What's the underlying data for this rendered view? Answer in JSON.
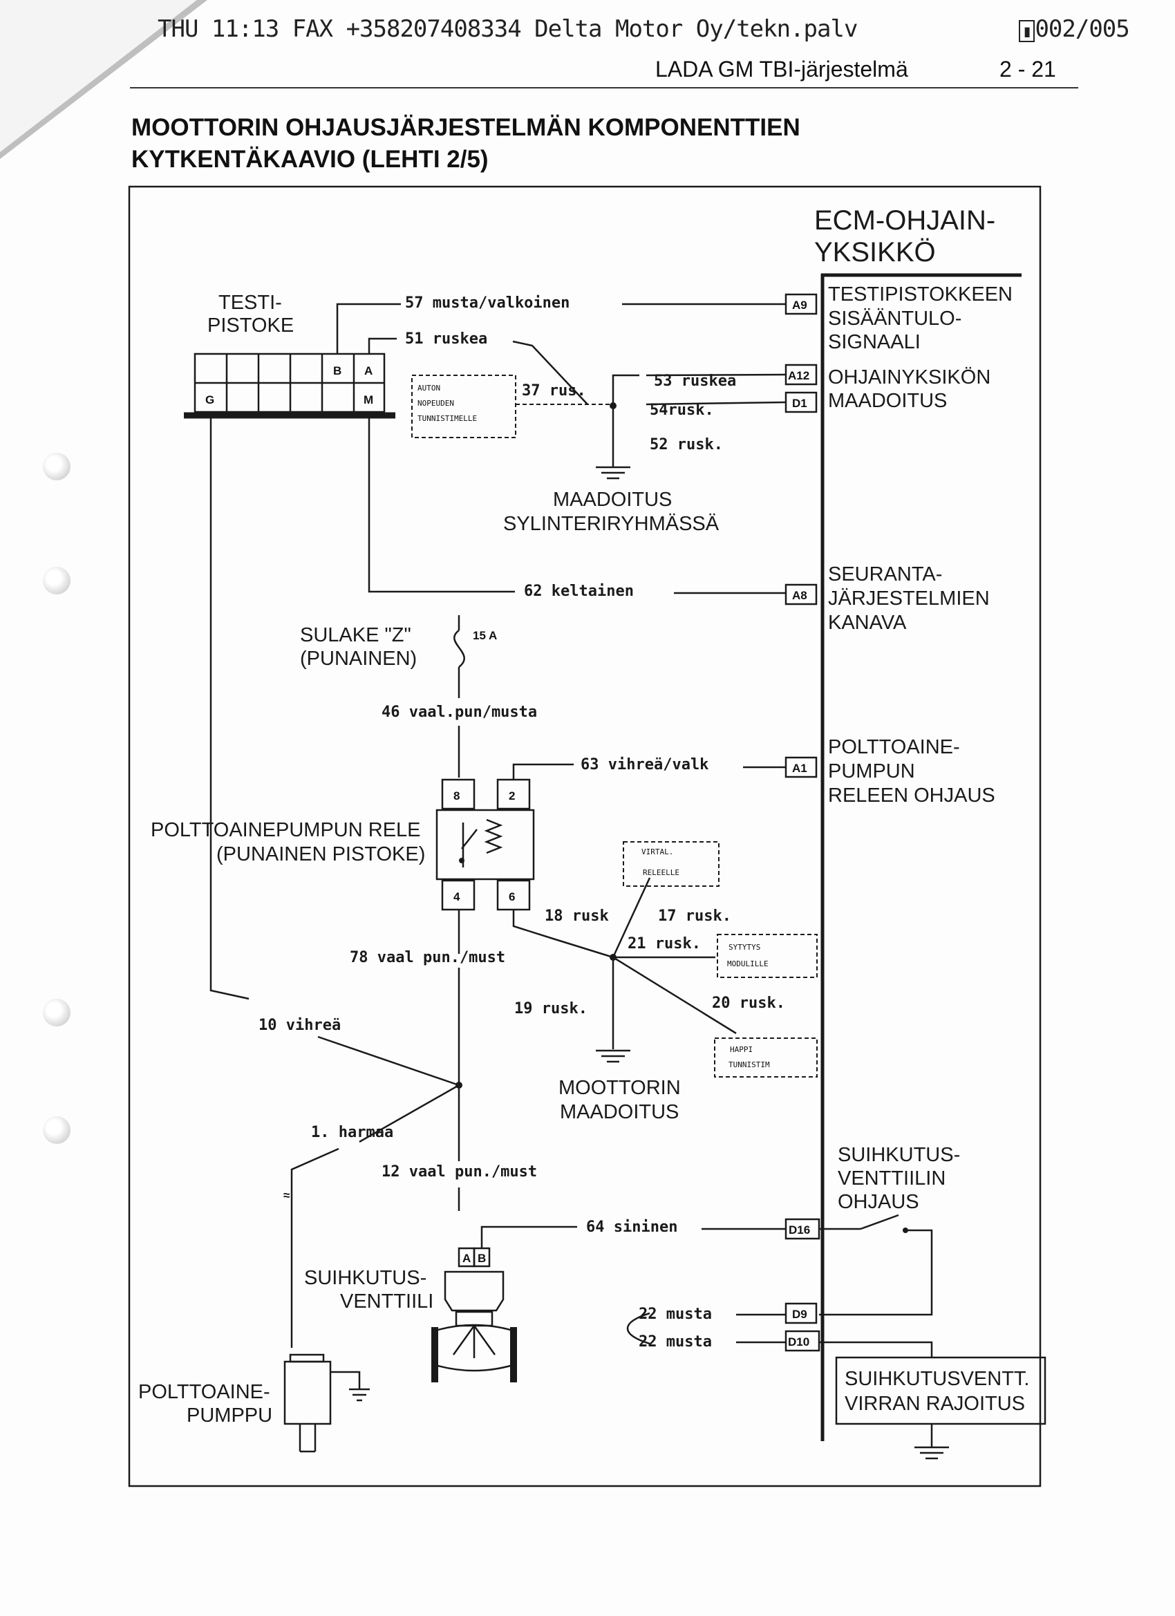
{
  "fax_header": {
    "line": "THU 11:13  FAX +358207408334 Delta Motor Oy/tekn.palv",
    "page_counter": "002/005"
  },
  "page_header": {
    "manual": "LADA GM TBI-järjestelmä",
    "page": "2 - 21"
  },
  "title": {
    "line1": "MOOTTORIN OHJAUSJÄRJESTELMÄN KOMPONENTTIEN",
    "line2": "KYTKENTÄKAAVIO (LEHTI 2/5)"
  },
  "ecm": {
    "line1": "ECM-OHJAIN-",
    "line2": "YKSIKKÖ"
  },
  "components": {
    "test_plug": {
      "line1": "TESTI-",
      "line2": "PISTOKE",
      "pins": [
        "B",
        "A",
        "G",
        "M"
      ]
    },
    "speed_sensor": {
      "line1": "AUTON",
      "line2": "NOPEUDEN",
      "line3": "TUNNISTIMELLE"
    },
    "ground_block": {
      "line1": "MAADOITUS",
      "line2": "SYLINTERIRYHMÄSSÄ"
    },
    "fuse": {
      "line1": "SULAKE \"Z\"",
      "line2": "(PUNAINEN)",
      "rating": "15 A"
    },
    "relay": {
      "line1": "POLTTOAINEPUMPUN RELE",
      "line2": "(PUNAINEN PISTOKE)",
      "pins": [
        "8",
        "2",
        "4",
        "6"
      ]
    },
    "power_relay": {
      "line1": "VIRTAL.",
      "line2": "RELEELLE"
    },
    "ignition_module": {
      "line1": "SYTYTYS",
      "line2": "MODULILLE"
    },
    "oxygen_sensor": {
      "line1": "HAPPI",
      "line2": "TUNNISTIM"
    },
    "engine_ground": {
      "line1": "MOOTTORIN",
      "line2": "MAADOITUS"
    },
    "injector": {
      "line1": "SUIHKUTUS-",
      "line2": "VENTTIILI",
      "pins": [
        "A",
        "B"
      ]
    },
    "fuel_pump": {
      "line1": "POLTTOAINE-",
      "line2": "PUMPPU"
    },
    "current_limit": {
      "line1": "SUIHKUTUSVENTT.",
      "line2": "VIRRAN RAJOITUS"
    }
  },
  "ecm_functions": {
    "test_input": {
      "line1": "TESTIPISTOKKEEN",
      "line2": "SISÄÄNTULO-",
      "line3": "SIGNAALI"
    },
    "ground": {
      "line1": "OHJAINYKSIKÖN",
      "line2": "MAADOITUS"
    },
    "monitor": {
      "line1": "SEURANTA-",
      "line2": "JÄRJESTELMIEN",
      "line3": "KANAVA"
    },
    "pump_relay": {
      "line1": "POLTTOAINE-",
      "line2": "PUMPUN",
      "line3": "RELEEN OHJAUS"
    },
    "injector_ctrl": {
      "line1": "SUIHKUTUS-",
      "line2": "VENTTIILIN",
      "line3": "OHJAUS"
    }
  },
  "ecm_pins": [
    "A9",
    "A12",
    "D1",
    "A8",
    "A1",
    "D16",
    "D9",
    "D10"
  ],
  "wires": {
    "w57": "57 musta/valkoinen",
    "w51": "51 ruskea",
    "w37": "37 rus.",
    "w53": "53 ruskea",
    "w54": "54rusk.",
    "w52": "52 rusk.",
    "w62": "62 keltainen",
    "w46": "46 vaal.pun/musta",
    "w63": "63 vihreä/valk",
    "w18": "18 rusk",
    "w17": "17 rusk.",
    "w21": "21 rusk.",
    "w20": "20 rusk.",
    "w19": "19 rusk.",
    "w78": "78 vaal pun./must",
    "w10": "10 vihreä",
    "w1": "1. harmaa",
    "w12": "12 vaal pun./must",
    "w64": "64 sininen",
    "w22a": "22 musta",
    "w22b": "22 musta"
  }
}
